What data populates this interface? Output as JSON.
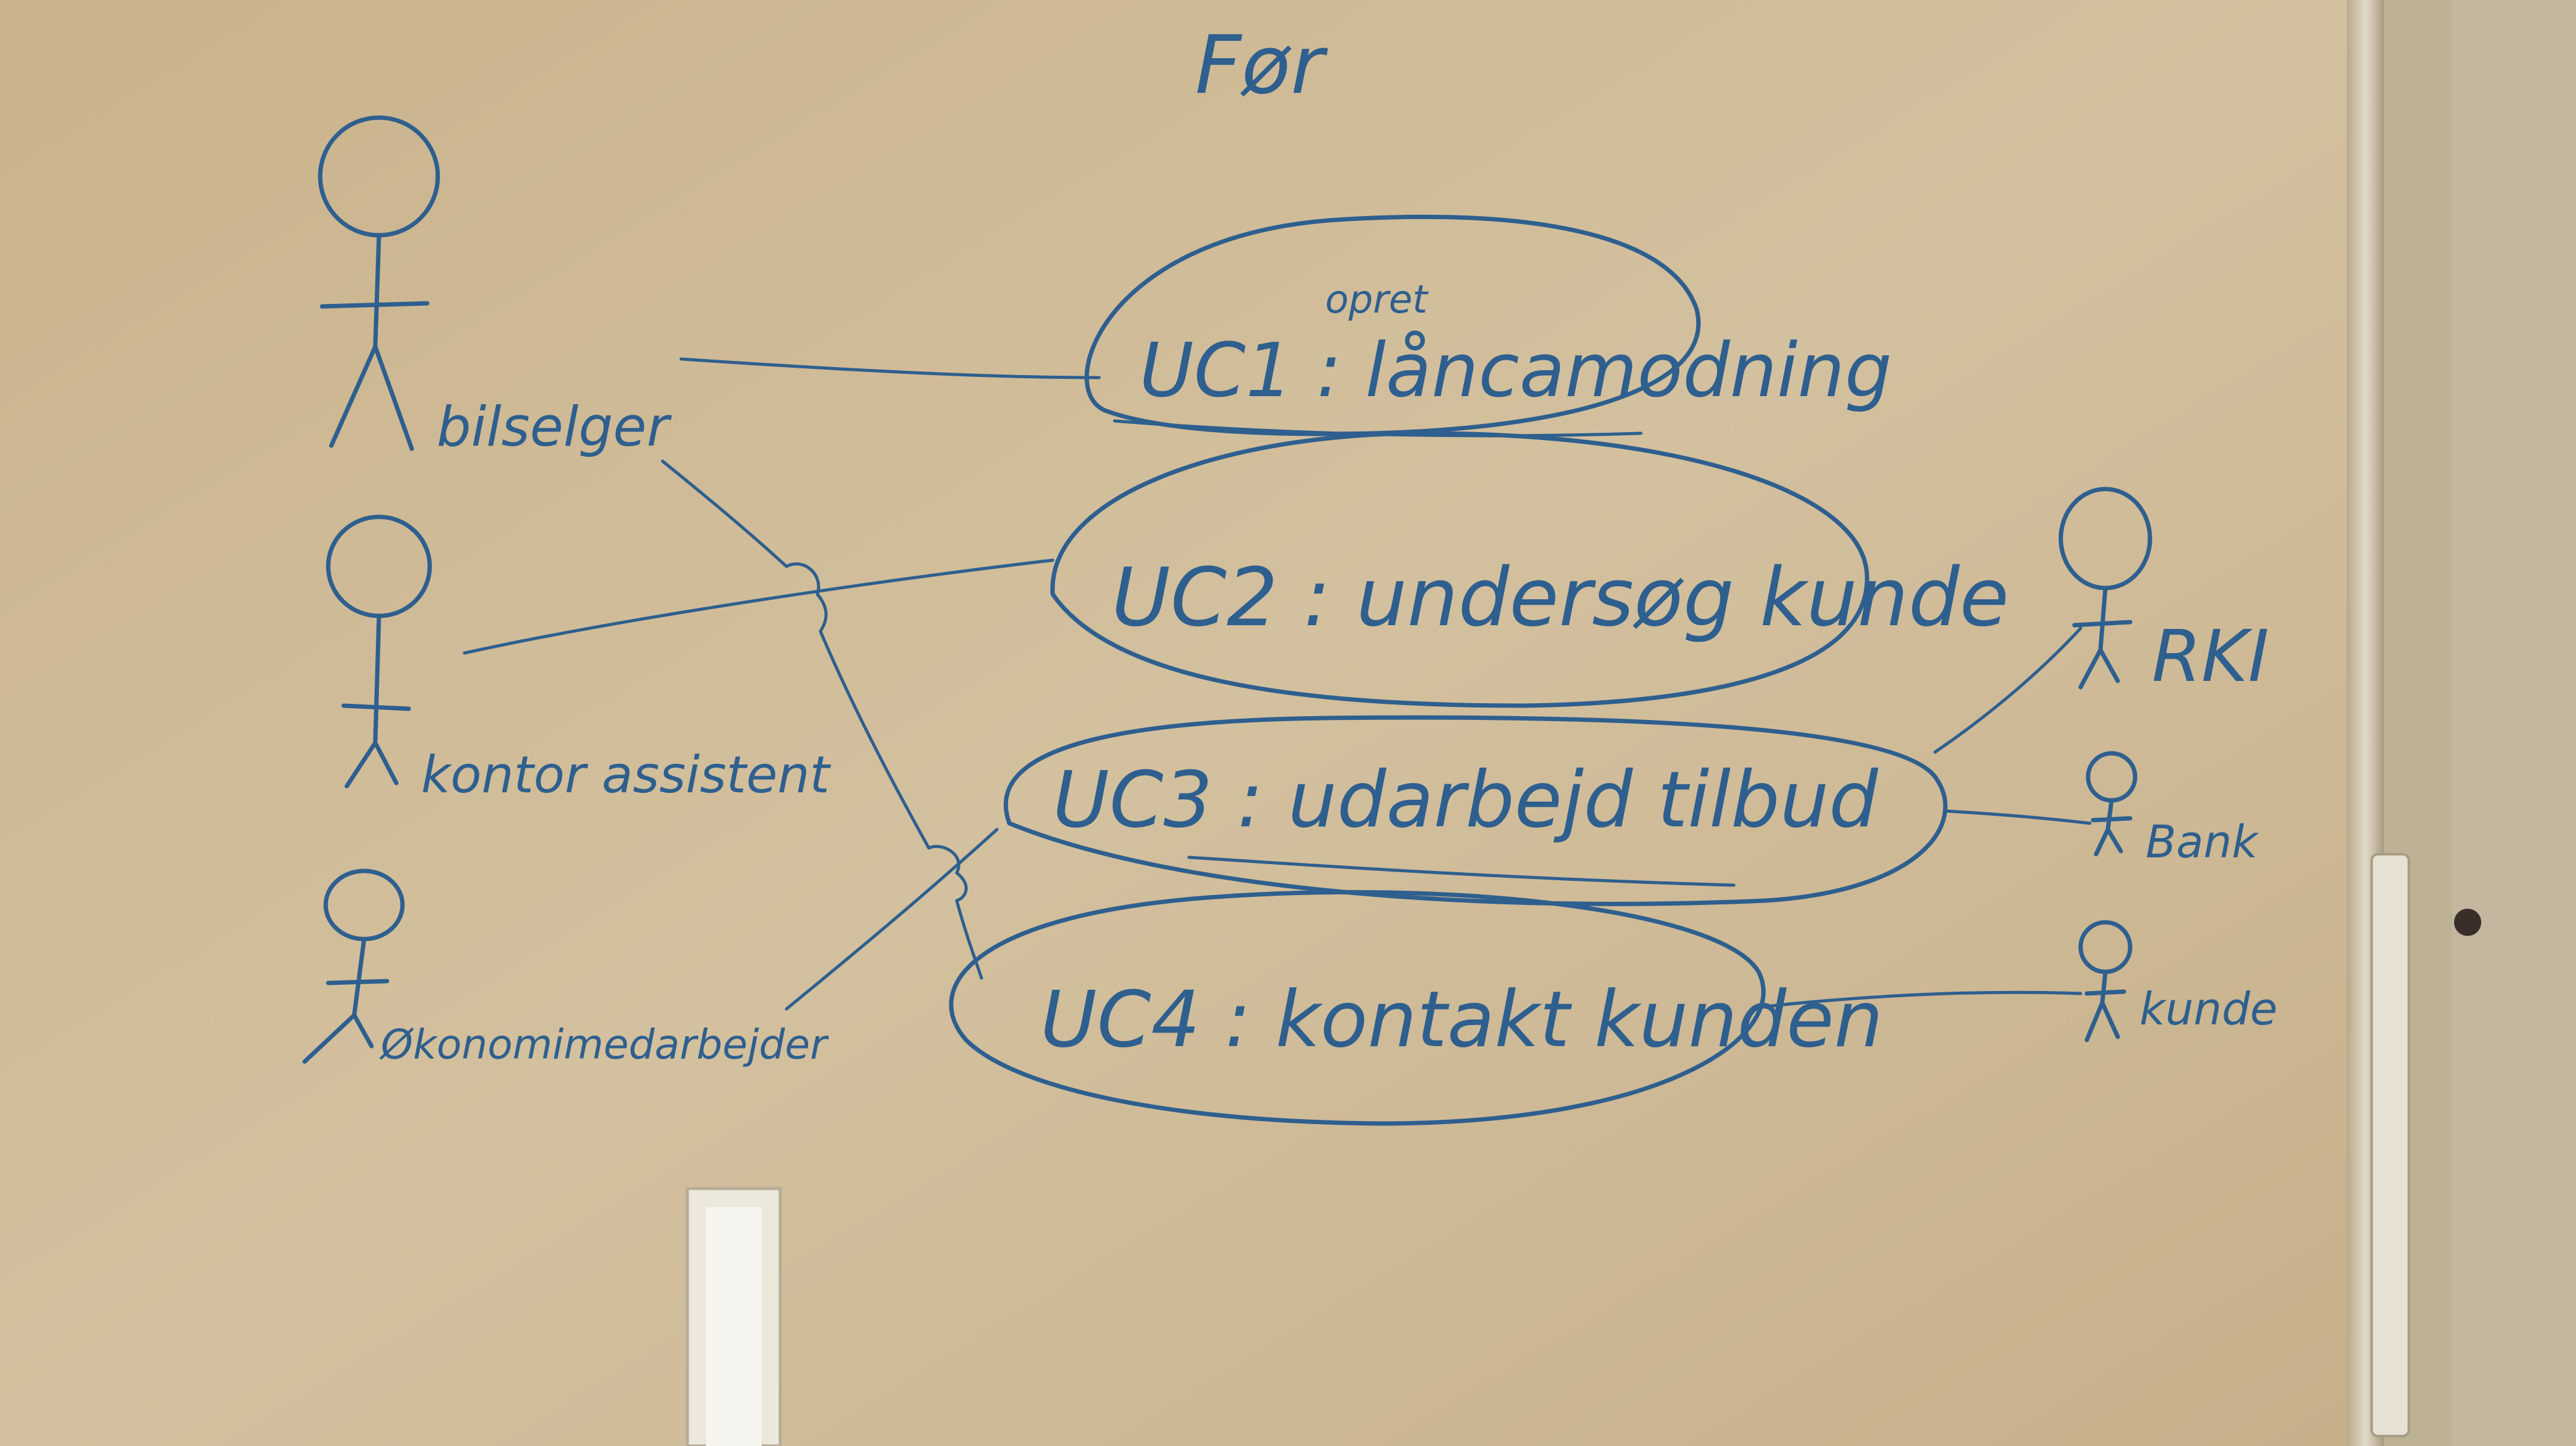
{
  "whiteboard": {
    "title": "Før",
    "actors": {
      "bilselger": "bilselger",
      "kontorassistent": "kontor assistent",
      "okonomimedarbejder": "Økonomimedarbejder",
      "rki": "RKI",
      "bank": "Bank",
      "kunde": "kunde"
    },
    "use_cases": {
      "uc1_note": "opret",
      "uc1": "UC1 : låncamodning",
      "uc2": "UC2 : undersøg kunde",
      "uc3": "UC3 : udarbejd tilbud",
      "uc4": "UC4 : kontakt kunden"
    },
    "ink_color": "#2e5f8e",
    "board_color": "#cdb995"
  }
}
